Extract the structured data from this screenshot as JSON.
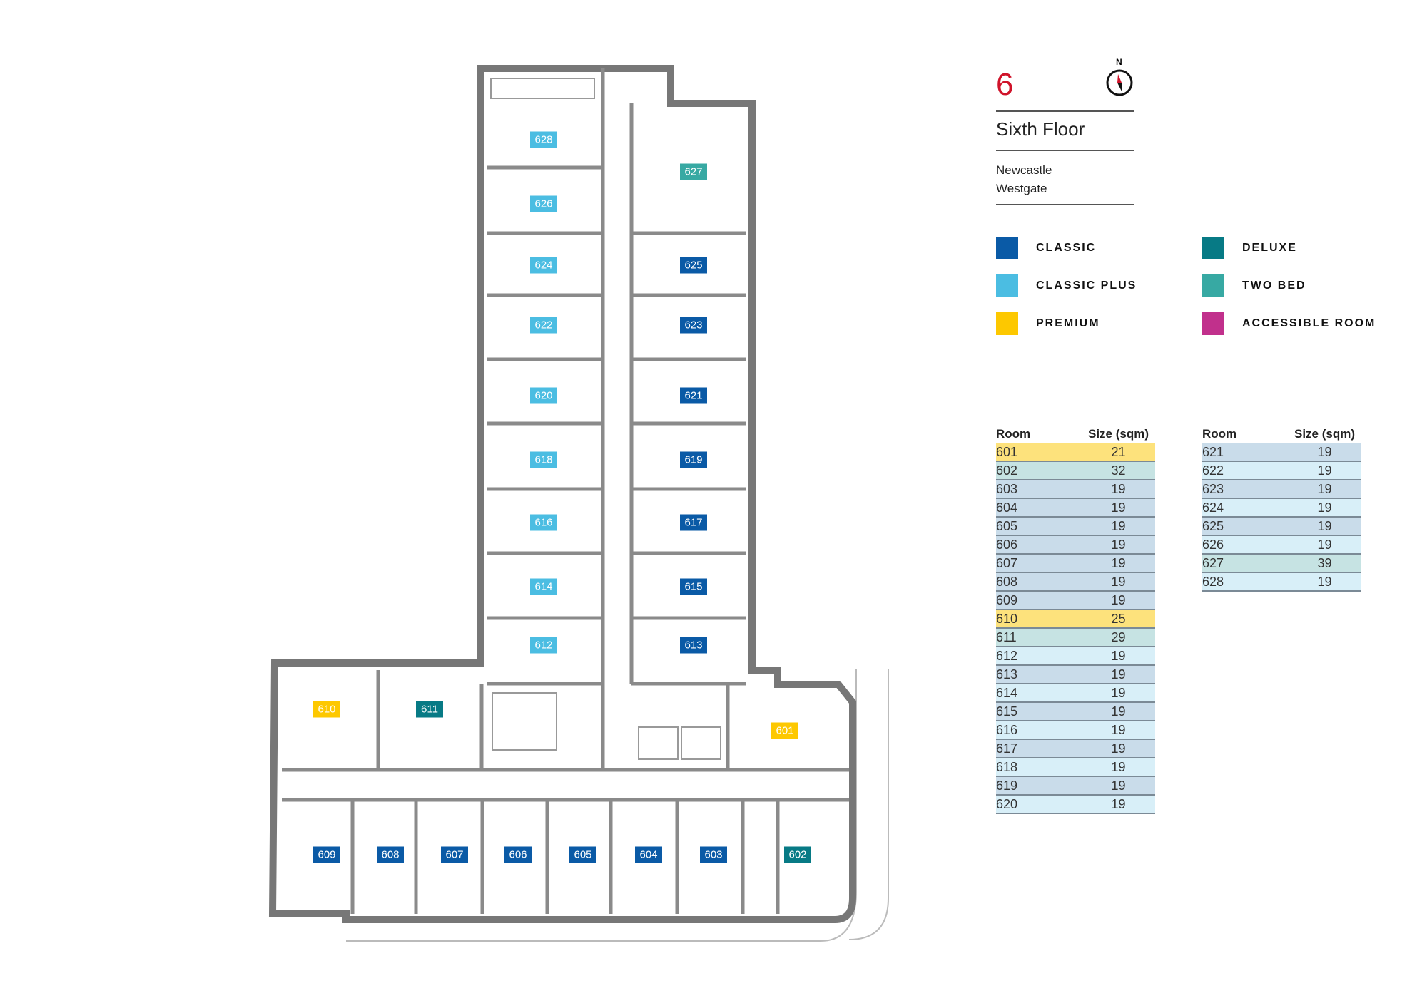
{
  "header": {
    "floor_number": "6",
    "compass_letter": "N",
    "title": "Sixth Floor",
    "location_line1": "Newcastle",
    "location_line2": "Westgate"
  },
  "types": {
    "classic": {
      "label": "CLASSIC",
      "color": "#0a5aa6",
      "row": "#c9dcea"
    },
    "classic_plus": {
      "label": "CLASSIC PLUS",
      "color": "#4bbde2",
      "row": "#d8eff8"
    },
    "premium": {
      "label": "PREMIUM",
      "color": "#fdc800",
      "row": "#fde27c"
    },
    "deluxe": {
      "label": "DELUXE",
      "color": "#077a85",
      "row": "#c6e3e3"
    },
    "two_bed": {
      "label": "TWO BED",
      "color": "#37a9a3",
      "row": "#c6e3e3"
    },
    "accessible": {
      "label": "ACCESSIBLE ROOM",
      "color": "#c1308c",
      "row": "#f2d0e4"
    }
  },
  "table": {
    "col_room": "Room",
    "col_size": "Size (sqm)"
  },
  "rooms": [
    {
      "room": "601",
      "size": "21",
      "type": "premium"
    },
    {
      "room": "602",
      "size": "32",
      "type": "deluxe"
    },
    {
      "room": "603",
      "size": "19",
      "type": "classic"
    },
    {
      "room": "604",
      "size": "19",
      "type": "classic"
    },
    {
      "room": "605",
      "size": "19",
      "type": "classic"
    },
    {
      "room": "606",
      "size": "19",
      "type": "classic"
    },
    {
      "room": "607",
      "size": "19",
      "type": "classic"
    },
    {
      "room": "608",
      "size": "19",
      "type": "classic"
    },
    {
      "room": "609",
      "size": "19",
      "type": "classic"
    },
    {
      "room": "610",
      "size": "25",
      "type": "premium"
    },
    {
      "room": "611",
      "size": "29",
      "type": "deluxe"
    },
    {
      "room": "612",
      "size": "19",
      "type": "classic_plus"
    },
    {
      "room": "613",
      "size": "19",
      "type": "classic"
    },
    {
      "room": "614",
      "size": "19",
      "type": "classic_plus"
    },
    {
      "room": "615",
      "size": "19",
      "type": "classic"
    },
    {
      "room": "616",
      "size": "19",
      "type": "classic_plus"
    },
    {
      "room": "617",
      "size": "19",
      "type": "classic"
    },
    {
      "room": "618",
      "size": "19",
      "type": "classic_plus"
    },
    {
      "room": "619",
      "size": "19",
      "type": "classic"
    },
    {
      "room": "620",
      "size": "19",
      "type": "classic_plus"
    },
    {
      "room": "621",
      "size": "19",
      "type": "classic"
    },
    {
      "room": "622",
      "size": "19",
      "type": "classic_plus"
    },
    {
      "room": "623",
      "size": "19",
      "type": "classic"
    },
    {
      "room": "624",
      "size": "19",
      "type": "classic_plus"
    },
    {
      "room": "625",
      "size": "19",
      "type": "classic"
    },
    {
      "room": "626",
      "size": "19",
      "type": "classic_plus"
    },
    {
      "room": "627",
      "size": "39",
      "type": "two_bed"
    },
    {
      "room": "628",
      "size": "19",
      "type": "classic_plus"
    }
  ]
}
